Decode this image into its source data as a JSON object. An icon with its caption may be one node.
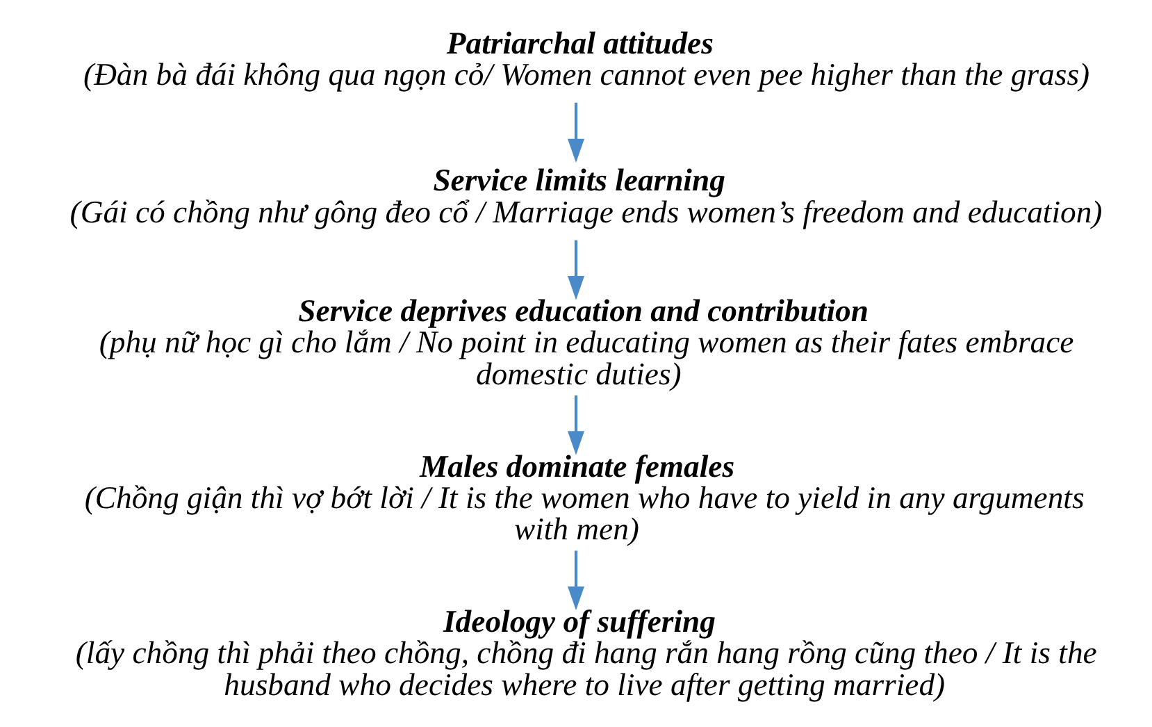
{
  "diagram": {
    "nodes": [
      {
        "text": [
          "Patriarchal attitudes",
          "(Đàn bà đái không qua ngọn cỏ/ Women cannot even pee higher than the grass)"
        ]
      },
      {
        "text": [
          "Service limits learning",
          "(Gái có chồng như gông đeo cổ / Marriage ends women’s freedom and education)"
        ]
      },
      {
        "text": [
          "Service deprives education and contribution",
          "(phụ nữ học gì cho lắm / No point in educating women as their fates embrace domestic duties)"
        ]
      },
      {
        "text": [
          "Males dominate females",
          "(Chồng giận thì vợ bớt lời / It is the women who have to yield in any arguments with men)"
        ]
      },
      {
        "text": [
          "Ideology of suffering",
          "(lấy chồng thì phải theo chồng, chồng đi hang rắn hang rồng cũng theo / It is the husband who decides where to live after getting married)"
        ]
      }
    ],
    "edges": [
      {
        "from": 0,
        "to": 1,
        "arrow": "to",
        "color": "#4a8ac9"
      },
      {
        "from": 1,
        "to": 2,
        "arrow": "to",
        "color": "#4a8ac9"
      },
      {
        "from": 2,
        "to": 3,
        "arrow": "to",
        "color": "#4a8ac9"
      },
      {
        "from": 3,
        "to": 4,
        "arrow": "to",
        "color": "#4a8ac9"
      }
    ]
  }
}
